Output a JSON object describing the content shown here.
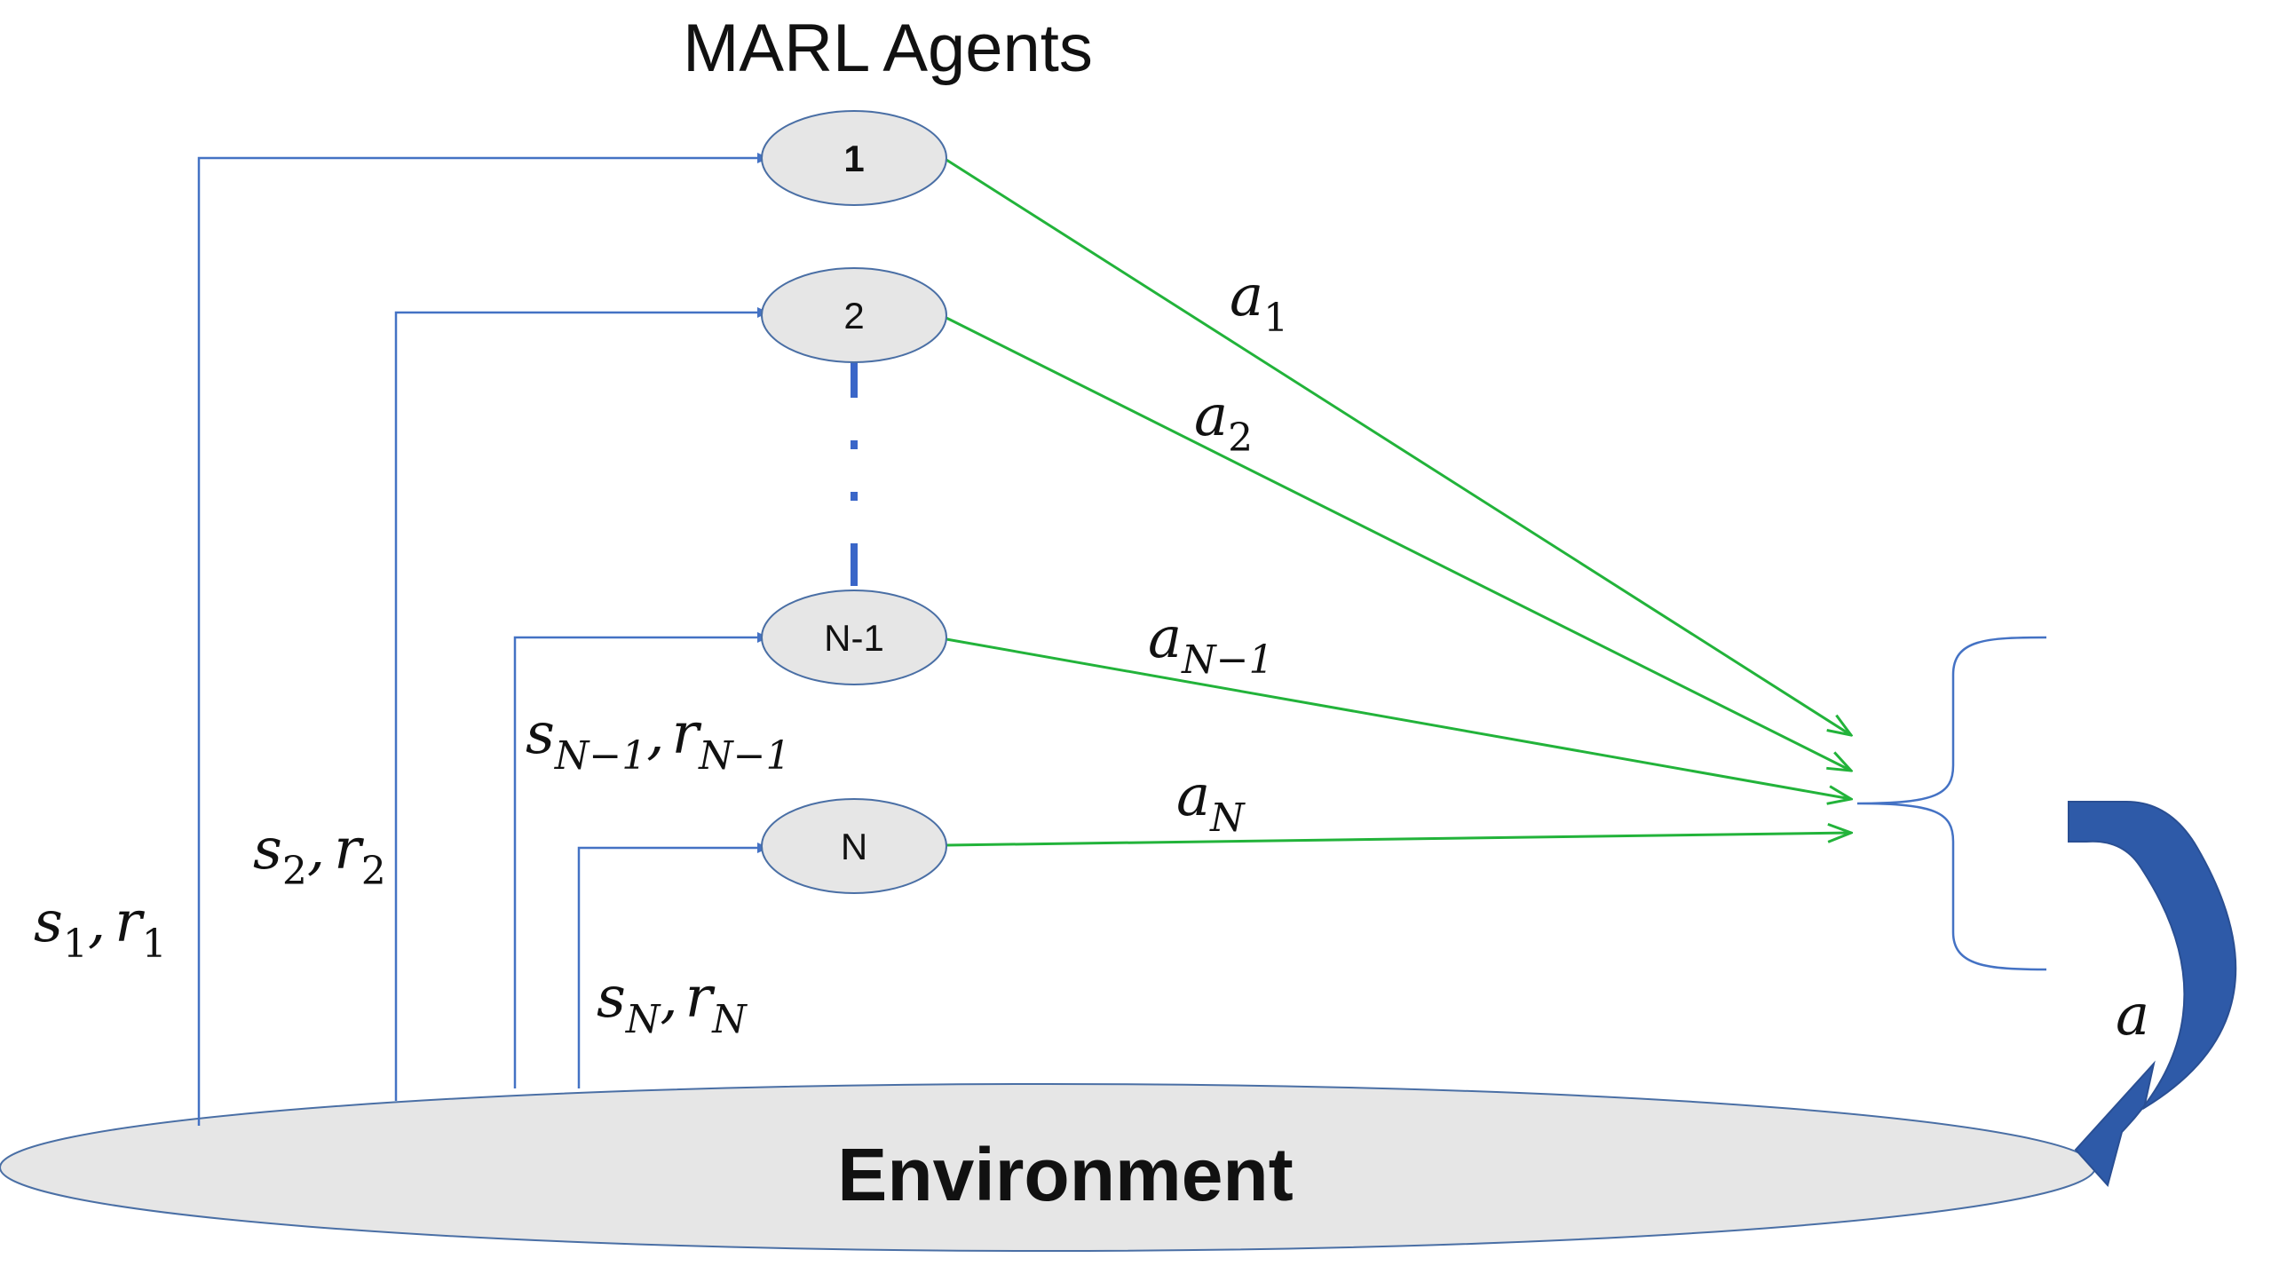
{
  "title": "MARL Agents",
  "environment_label": "Environment",
  "agents": [
    {
      "id": "1",
      "label": "1",
      "action": {
        "base": "a",
        "sub": "1"
      },
      "obs": {
        "s": "s",
        "s_sub": "1",
        "sep": ",",
        "r": "r",
        "r_sub": "1"
      }
    },
    {
      "id": "2",
      "label": "2",
      "action": {
        "base": "a",
        "sub": "2"
      },
      "obs": {
        "s": "s",
        "s_sub": "2",
        "sep": ",",
        "r": "r",
        "r_sub": "2"
      }
    },
    {
      "id": "N-1",
      "label": "N-1",
      "action": {
        "base": "a",
        "sub": "N−1"
      },
      "obs": {
        "s": "s",
        "s_sub": "N−1",
        "sep": ",",
        "r": "r",
        "r_sub": "N−1"
      }
    },
    {
      "id": "N",
      "label": "N",
      "action": {
        "base": "a",
        "sub": "N"
      },
      "obs": {
        "s": "s",
        "s_sub": "N",
        "sep": ",",
        "r": "r",
        "r_sub": "N"
      }
    }
  ],
  "joint_action_label": "a",
  "colors": {
    "observation_arrow": "#4472c4",
    "action_arrow": "#22b33a",
    "joint_arrow": "#2e5aa8",
    "node_fill": "#e6e6e6",
    "node_stroke": "#4a6fa5"
  }
}
